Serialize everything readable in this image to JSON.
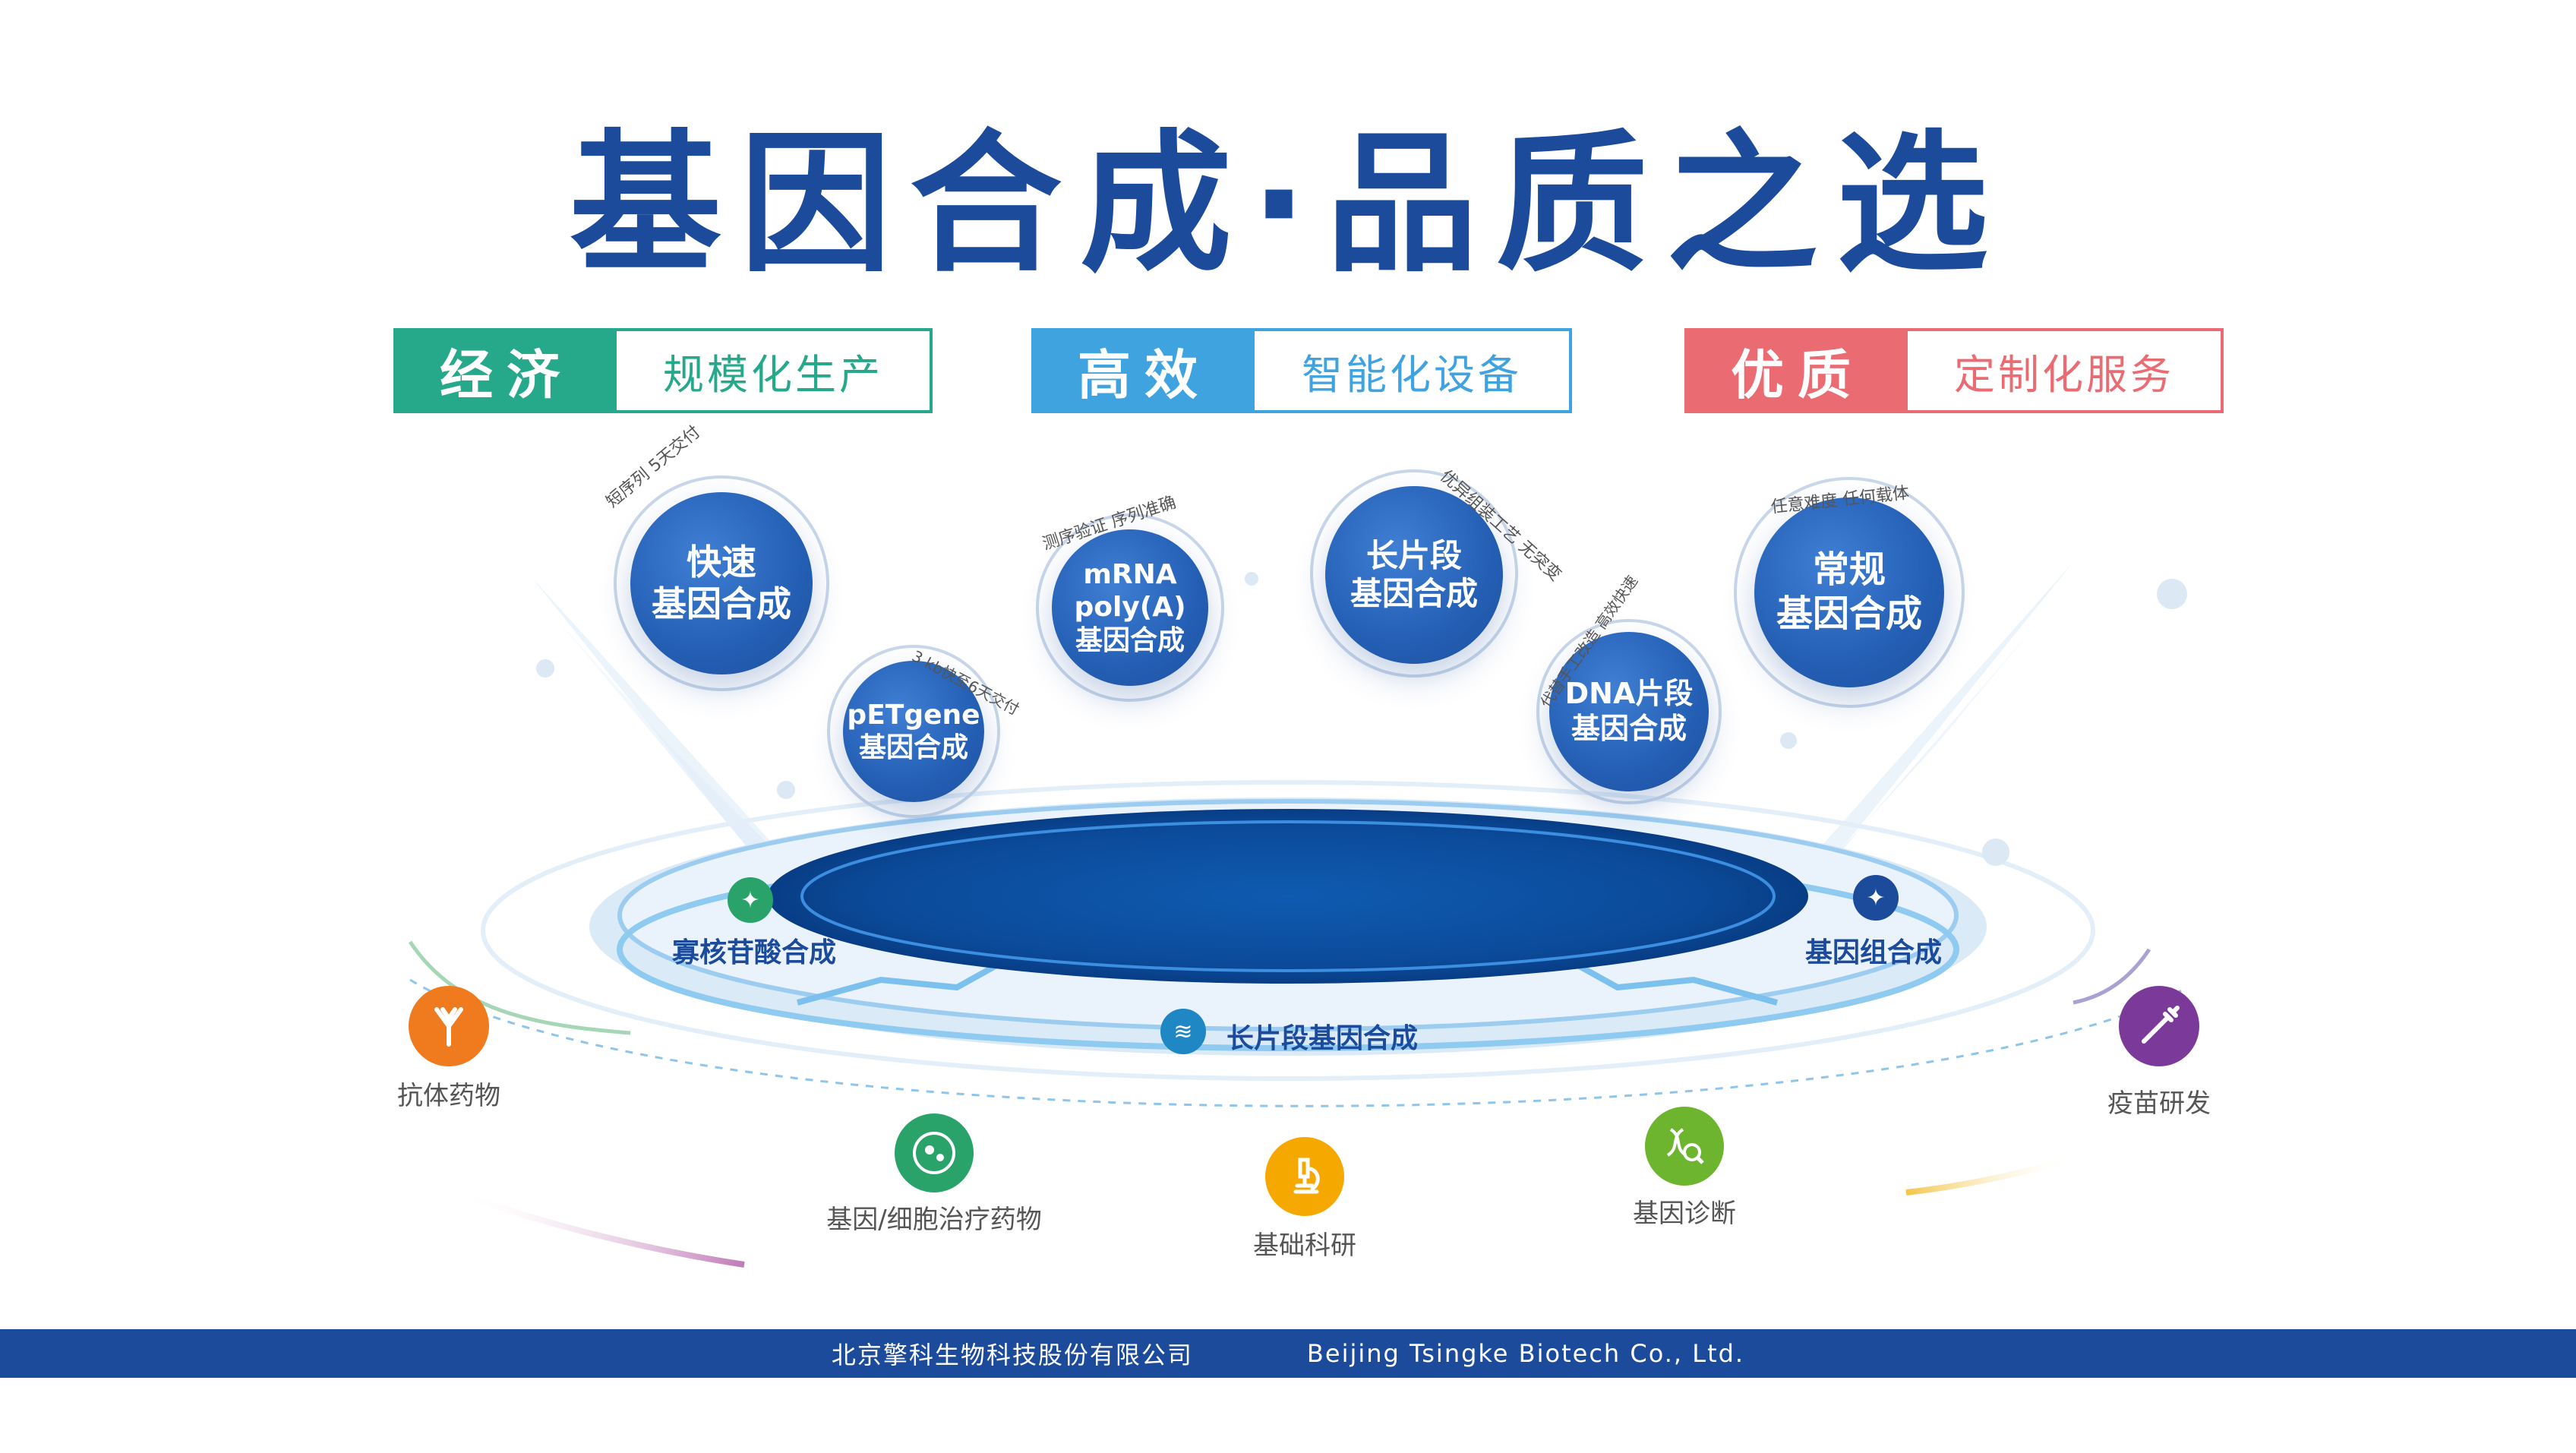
{
  "title": "基因合成·品质之选",
  "features": [
    {
      "key": "经济",
      "desc": "规模化生产",
      "color": "#26a98a"
    },
    {
      "key": "高效",
      "desc": "智能化设备",
      "color": "#3fa3e0"
    },
    {
      "key": "优质",
      "desc": "定制化服务",
      "color": "#ea6c72"
    }
  ],
  "services": {
    "fast": {
      "line1": "快速",
      "line2": "基因合成",
      "note": "短序列  5天交付"
    },
    "petgene": {
      "line1": "pETgene",
      "line2": "基因合成",
      "note": "3 kb快至6天交付"
    },
    "mrna": {
      "line1": "mRNA",
      "line2": "poly(A)",
      "line3": "基因合成",
      "note": "测序验证  序列准确"
    },
    "long": {
      "line1": "长片段",
      "line2": "基因合成",
      "note": "优异组装工艺  无突变"
    },
    "dna": {
      "line1": "DNA片段",
      "line2": "基因合成",
      "note": "代替手工改造  高效快速"
    },
    "regular": {
      "line1": "常规",
      "line2": "基因合成",
      "note": "任意难度  任何载体"
    }
  },
  "platform": {
    "left": "寡核苷酸合成",
    "right": "基因组合成",
    "bottom": "长片段基因合成"
  },
  "applications": [
    {
      "label": "抗体药物",
      "color": "#f07a1e",
      "icon": "antibody-icon"
    },
    {
      "label": "基因/细胞治疗药物",
      "color": "#2aa36b",
      "icon": "cell-icon"
    },
    {
      "label": "基础科研",
      "color": "#f5a800",
      "icon": "microscope-icon"
    },
    {
      "label": "基因诊断",
      "color": "#6db52f",
      "icon": "dna-magnifier-icon"
    },
    {
      "label": "疫苗研发",
      "color": "#7b3a9a",
      "icon": "syringe-icon"
    }
  ],
  "footer": {
    "cn": "北京擎科生物科技股份有限公司",
    "en": "Beijing Tsingke Biotech Co., Ltd."
  }
}
